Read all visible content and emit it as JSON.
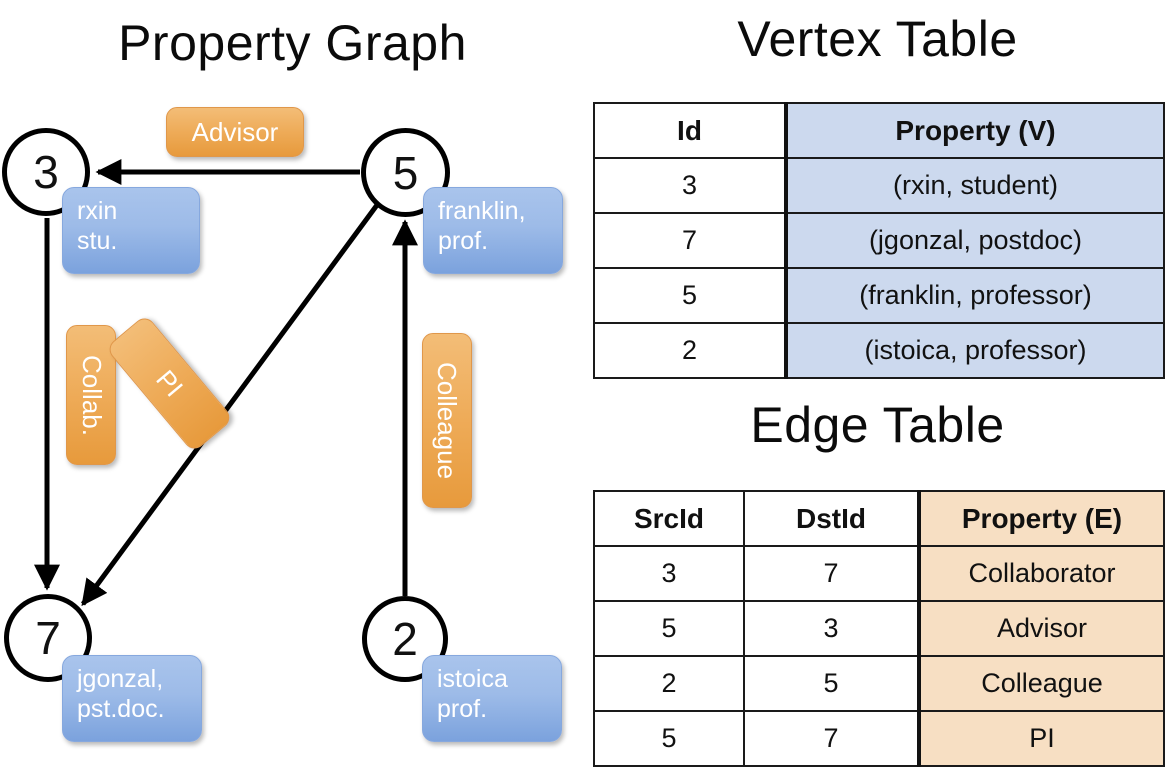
{
  "titles": {
    "graph": "Property Graph",
    "vertex_table": "Vertex Table",
    "edge_table": "Edge Table"
  },
  "graph": {
    "vertices": [
      {
        "id": "3",
        "property_line1": "rxin",
        "property_line2": "stu."
      },
      {
        "id": "5",
        "property_line1": "franklin,",
        "property_line2": "prof."
      },
      {
        "id": "7",
        "property_line1": "jgonzal,",
        "property_line2": "pst.doc."
      },
      {
        "id": "2",
        "property_line1": "istoica",
        "property_line2": "prof."
      }
    ],
    "edge_labels": [
      {
        "name": "advisor",
        "text": "Advisor",
        "from": "5",
        "to": "3"
      },
      {
        "name": "collaborator",
        "text": "Collab.",
        "from": "3",
        "to": "7"
      },
      {
        "name": "pi",
        "text": "PI",
        "from": "5",
        "to": "7"
      },
      {
        "name": "colleague",
        "text": "Colleague",
        "from": "2",
        "to": "5"
      }
    ]
  },
  "vertex_table": {
    "headers": [
      "Id",
      "Property (V)"
    ],
    "rows": [
      {
        "id": "3",
        "property": "(rxin, student)"
      },
      {
        "id": "7",
        "property": "(jgonzal, postdoc)"
      },
      {
        "id": "5",
        "property": "(franklin, professor)"
      },
      {
        "id": "2",
        "property": "(istoica, professor)"
      }
    ]
  },
  "edge_table": {
    "headers": [
      "SrcId",
      "DstId",
      "Property (E)"
    ],
    "rows": [
      {
        "src": "3",
        "dst": "7",
        "property": "Collaborator"
      },
      {
        "src": "5",
        "dst": "3",
        "property": "Advisor"
      },
      {
        "src": "2",
        "dst": "5",
        "property": "Colleague"
      },
      {
        "src": "5",
        "dst": "7",
        "property": "PI"
      }
    ]
  },
  "colors": {
    "vertex_fill": "#ccd9ee",
    "edge_fill": "#f7dfc3",
    "node_property_blue": "#9dbbe8",
    "edge_label_orange": "#eeab58",
    "stroke": "#000000"
  }
}
